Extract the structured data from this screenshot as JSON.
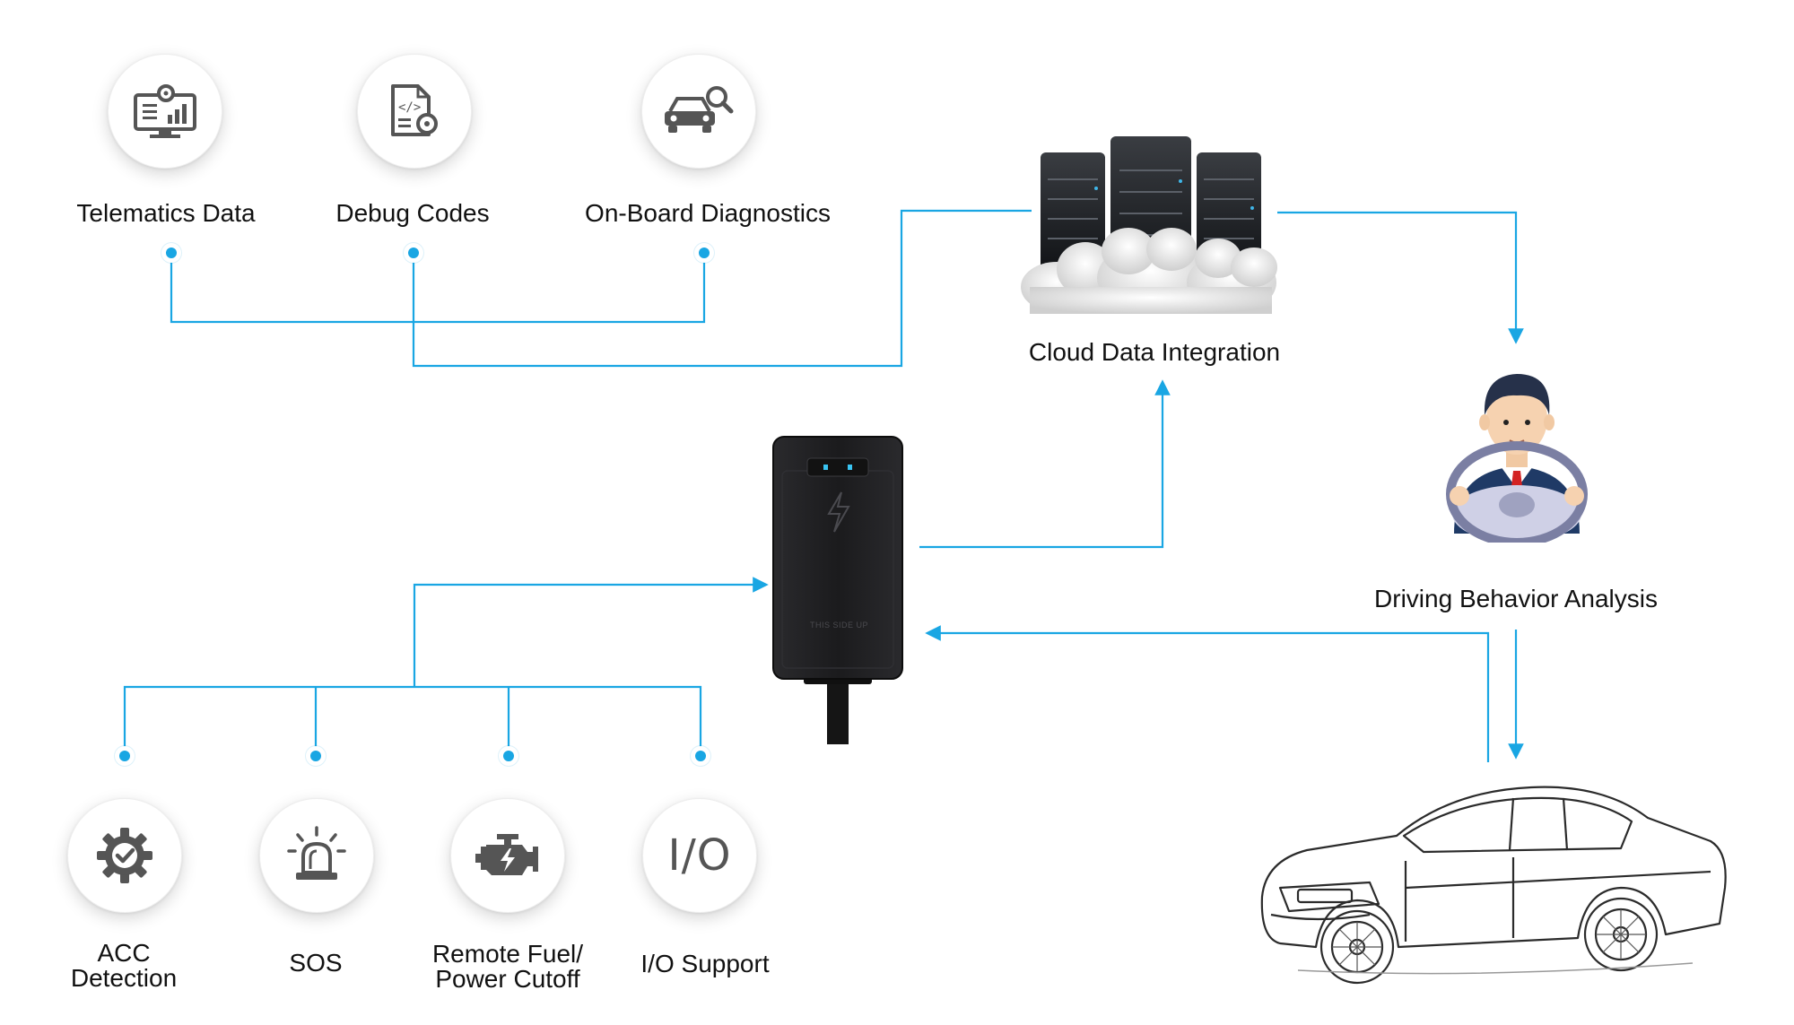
{
  "top_features": [
    {
      "name": "telematics",
      "label": "Telematics Data",
      "icon": "monitor-gear-icon"
    },
    {
      "name": "debug",
      "label": "Debug Codes",
      "icon": "code-document-icon"
    },
    {
      "name": "obd",
      "label": "On-Board Diagnostics",
      "icon": "car-search-icon"
    }
  ],
  "cloud": {
    "label": "Cloud Data Integration",
    "icon": "server-cloud-icon"
  },
  "driver": {
    "label": "Driving Behavior Analysis",
    "icon": "driver-icon"
  },
  "device": {
    "label": "THIS SIDE UP"
  },
  "bottom_features": [
    {
      "name": "acc",
      "label_lines": [
        "ACC",
        "Detection"
      ],
      "icon": "gear-check-icon"
    },
    {
      "name": "sos",
      "label": "SOS",
      "icon": "alarm-light-icon"
    },
    {
      "name": "fuel",
      "label_lines": [
        "Remote Fuel/",
        "Power Cutoff"
      ],
      "icon": "engine-icon"
    },
    {
      "name": "io",
      "label": "I/O Support",
      "icon_text": "I/O"
    }
  ],
  "colors": {
    "connector": "#19a6e3",
    "icon": "#555555",
    "device": "#1e1e20"
  }
}
